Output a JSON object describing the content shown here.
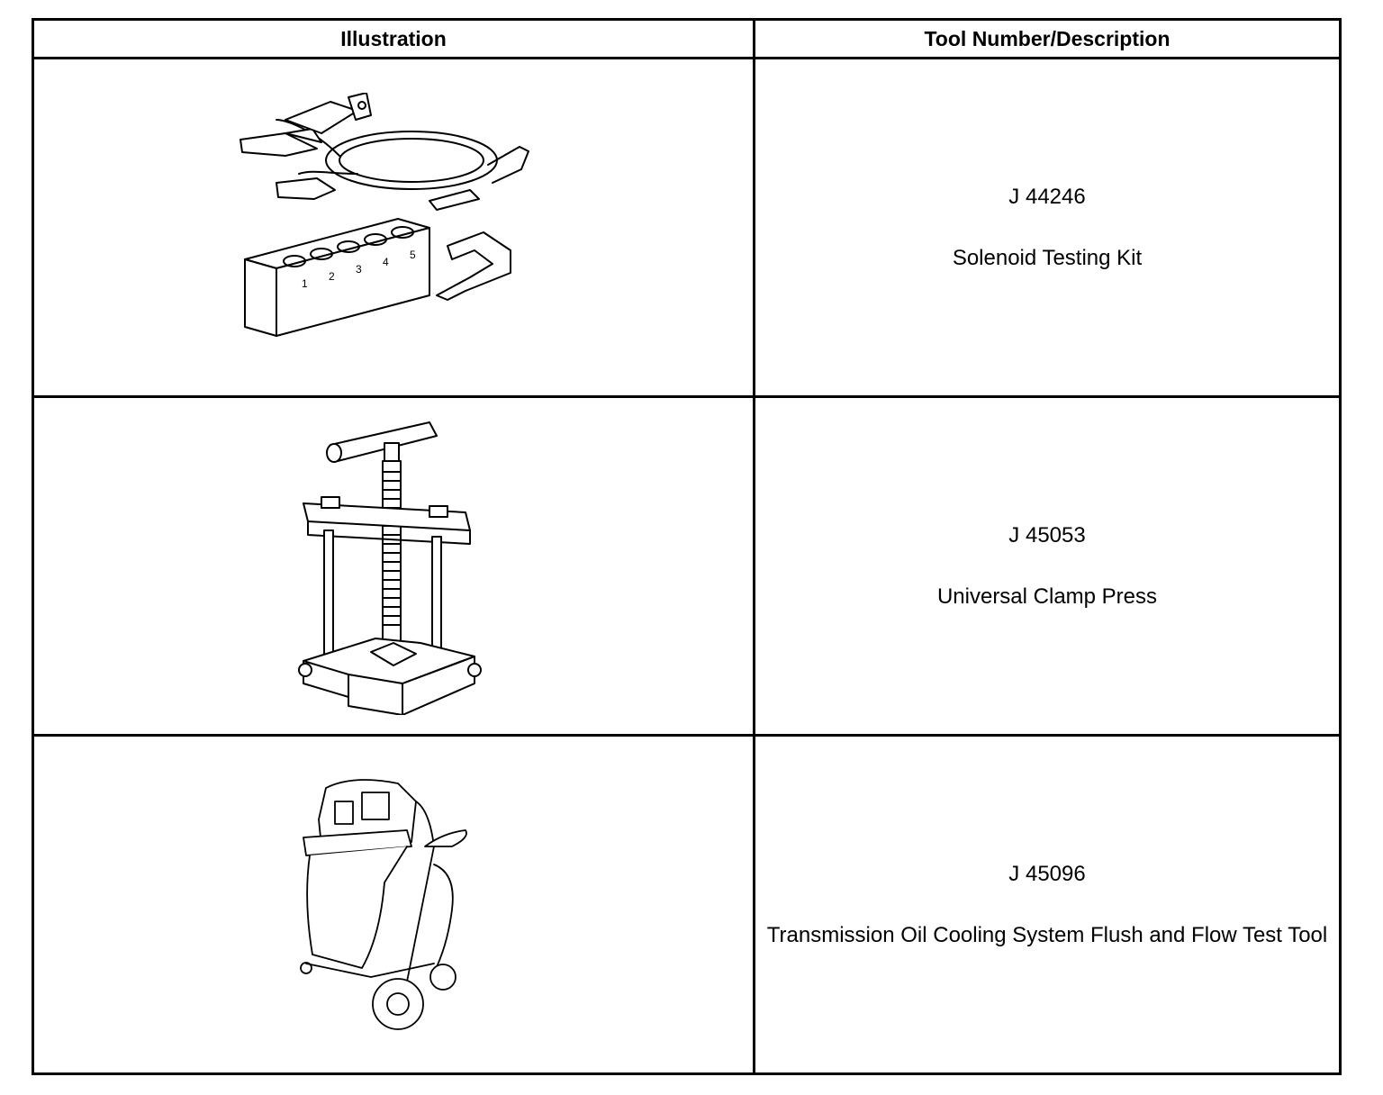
{
  "table": {
    "headers": {
      "illustration": "Illustration",
      "tool": "Tool Number/Description"
    },
    "rows": [
      {
        "number": "J 44246",
        "description": "Solenoid Testing Kit",
        "illustration_icon": "solenoid-testing-kit-icon",
        "block_labels": [
          "1",
          "2",
          "3",
          "4",
          "5"
        ]
      },
      {
        "number": "J 45053",
        "description": "Universal Clamp Press",
        "illustration_icon": "clamp-press-icon"
      },
      {
        "number": "J 45096",
        "description": "Transmission Oil Cooling System Flush and Flow Test Tool",
        "illustration_icon": "flush-flow-test-cart-icon"
      }
    ]
  }
}
